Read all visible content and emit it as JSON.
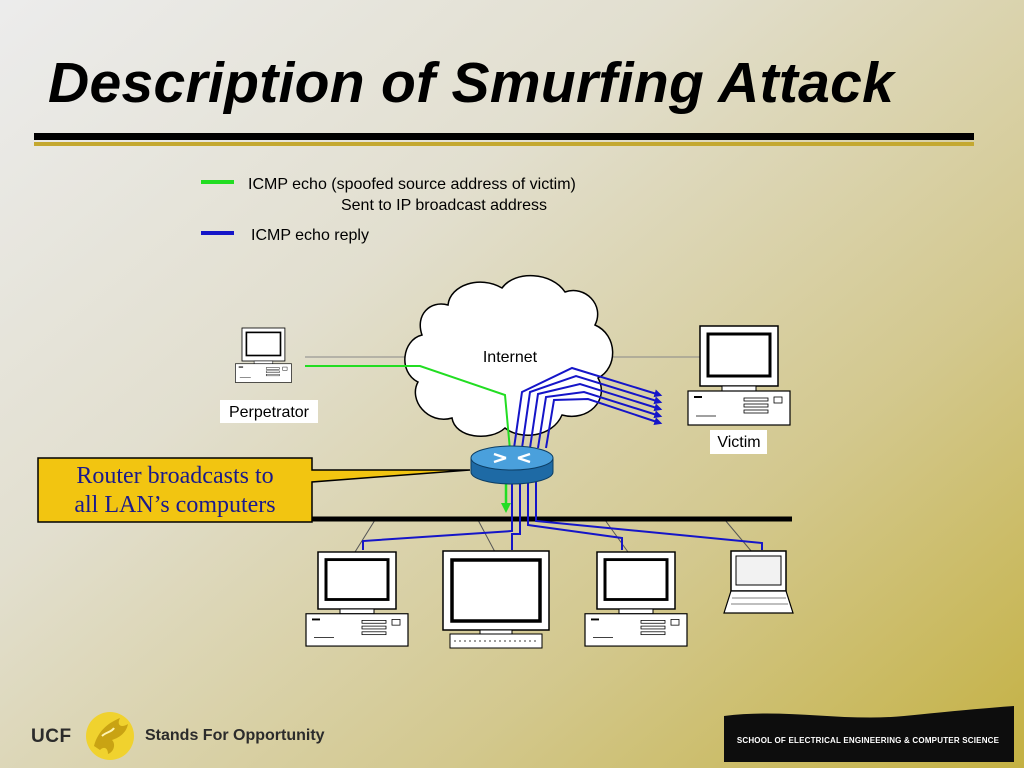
{
  "slide": {
    "title": "Description of Smurfing Attack"
  },
  "legend": {
    "items": [
      {
        "color": "#22dd22",
        "line1": "ICMP echo (spoofed source address of victim)",
        "line2": "Sent to IP broadcast address"
      },
      {
        "color": "#1515c8",
        "line1": "ICMP echo reply"
      }
    ]
  },
  "network": {
    "cloud_label": "Internet",
    "perpetrator_label": "Perpetrator",
    "victim_label": "Victim",
    "callout_lines": [
      "Router broadcasts to",
      "all LAN’s computers"
    ]
  },
  "colors": {
    "echo_request": "#22dd22",
    "echo_reply": "#1515c8",
    "callout_fill": "#f2c511",
    "router": "#2d86c4"
  },
  "footer": {
    "ucf": "UCF",
    "tagline": "Stands For Opportunity",
    "school": "SCHOOL OF ELECTRICAL ENGINEERING & COMPUTER SCIENCE"
  }
}
